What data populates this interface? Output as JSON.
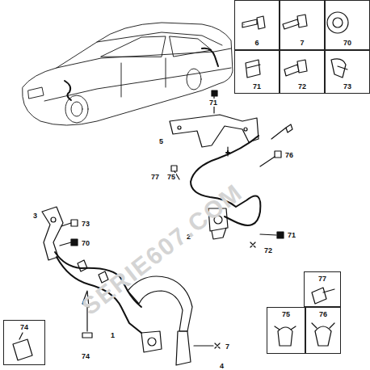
{
  "diagram": {
    "nodes": [
      {
        "text": [
          "6"
        ]
      },
      {
        "text": [
          "7"
        ]
      },
      {
        "text": [
          "70"
        ]
      },
      {
        "text": [
          "71"
        ]
      },
      {
        "text": [
          "72"
        ]
      },
      {
        "text": [
          "73"
        ]
      },
      {
        "text": [
          "77"
        ]
      },
      {
        "text": [
          "75"
        ]
      },
      {
        "text": [
          "76"
        ]
      },
      {
        "text": [
          "74"
        ]
      }
    ],
    "edges": [],
    "labels": [
      "71",
      "5",
      "76",
      "77",
      "75",
      "2",
      "71",
      "72",
      "3",
      "73",
      "70",
      "1",
      "7",
      "74",
      "4",
      "SERIE607.COM"
    ]
  }
}
